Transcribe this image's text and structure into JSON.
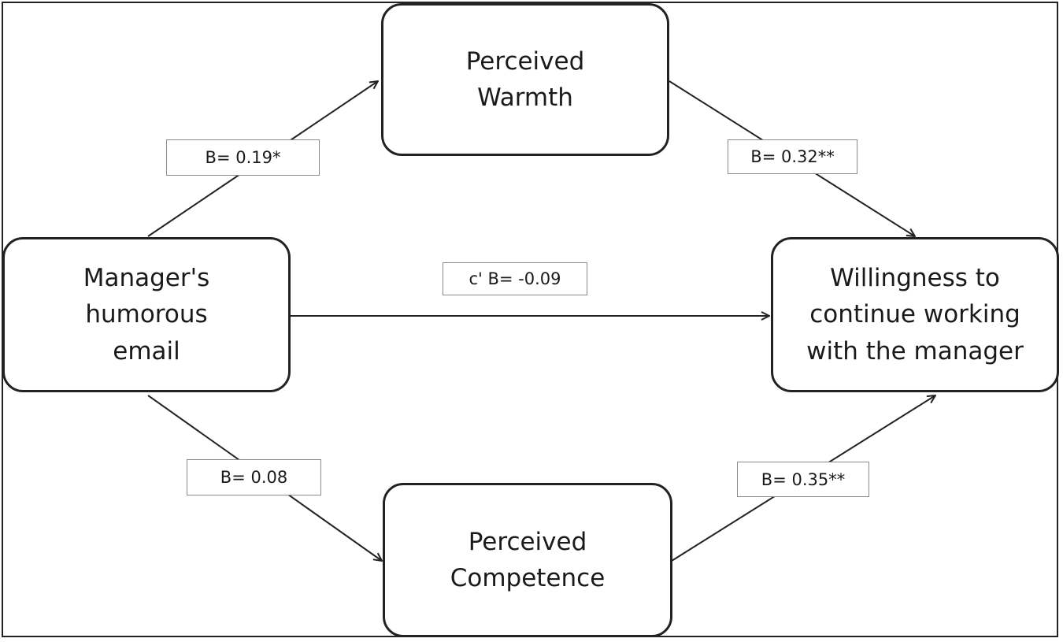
{
  "nodes": {
    "warmth": "Perceived\nWarmth",
    "competence": "Perceived\nCompetence",
    "humor": "Manager's\nhumorous\nemail",
    "willingness": "Willingness to\ncontinue working\nwith the manager"
  },
  "paths": {
    "humor_to_warmth": "B= 0.19*",
    "warmth_to_willingness": "B= 0.32**",
    "humor_to_willingness": "c' B= -0.09",
    "humor_to_competence": "B= 0.08",
    "competence_to_willingness": "B= 0.35**"
  },
  "colors": {
    "line": "#222222",
    "label_border": "#8a8a8a"
  }
}
